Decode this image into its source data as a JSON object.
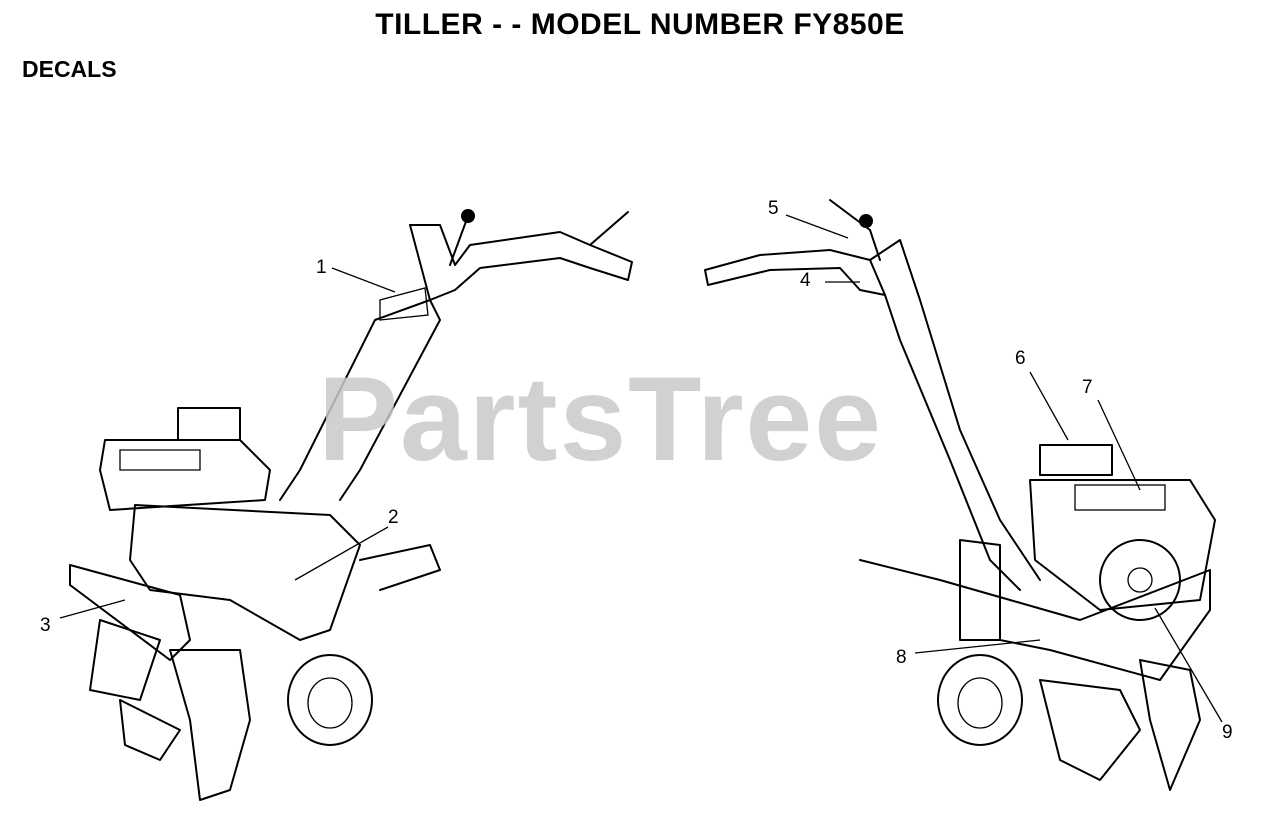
{
  "header": {
    "title": "TILLER - - MODEL NUMBER FY850E",
    "section": "DECALS"
  },
  "watermark": "PartsTree",
  "callouts": [
    "1",
    "2",
    "3",
    "4",
    "5",
    "6",
    "7",
    "8",
    "9"
  ]
}
